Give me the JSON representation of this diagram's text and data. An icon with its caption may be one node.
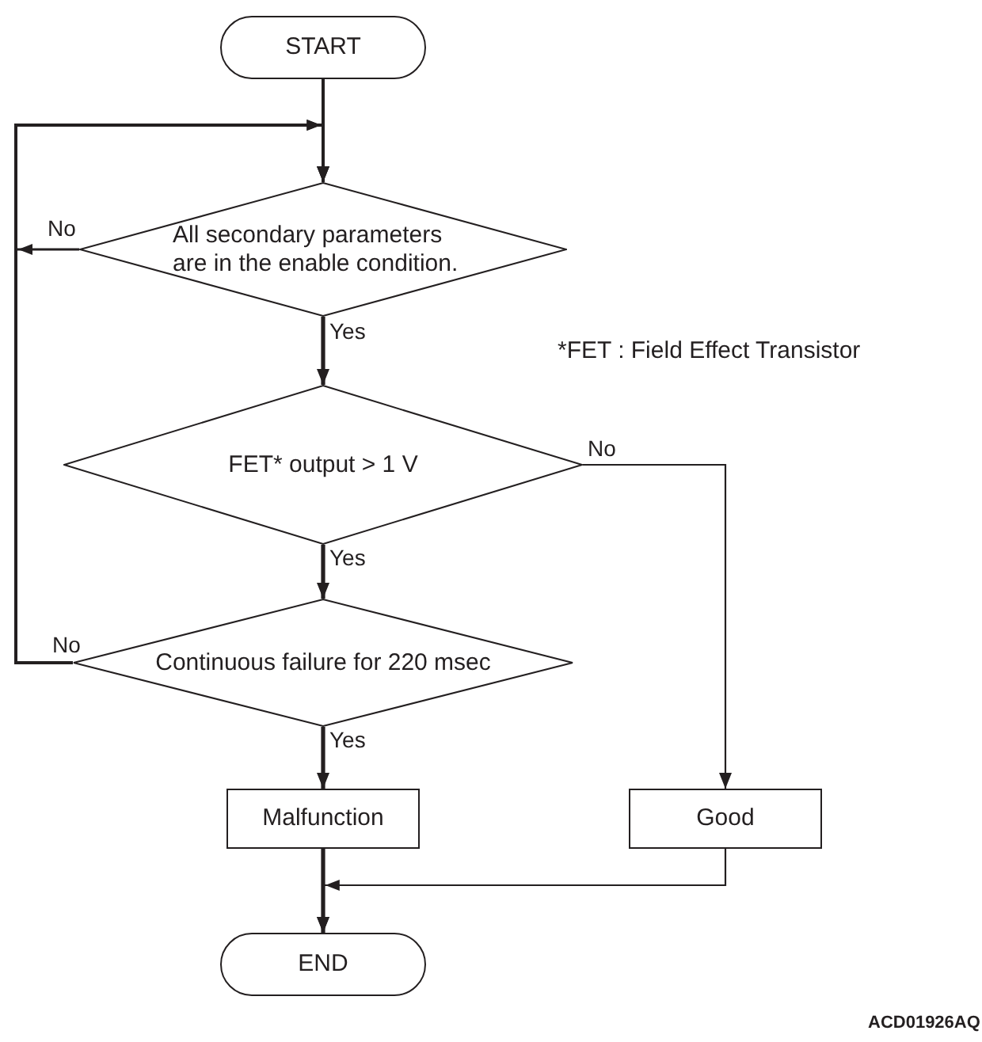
{
  "diagram": {
    "nodes": [
      {
        "text": [
          "START"
        ]
      },
      {
        "text": [
          "All secondary parameters are in the enable condition."
        ]
      },
      {
        "text": [
          "FET* output > 1 V"
        ]
      },
      {
        "text": [
          "Continuous failure for 220 msec"
        ]
      },
      {
        "text": [
          "Malfunction"
        ]
      },
      {
        "text": [
          "Good"
        ]
      },
      {
        "text": [
          "END"
        ]
      }
    ],
    "edges": [
      {
        "from": 0,
        "to": 1,
        "arrow": "to"
      },
      {
        "from": 1,
        "to": 2,
        "arrow": "to",
        "label": "Yes"
      },
      {
        "from": 1,
        "to": 1,
        "arrow": "to",
        "label": "No"
      },
      {
        "from": 2,
        "to": 3,
        "arrow": "to",
        "label": "Yes"
      },
      {
        "from": 2,
        "to": 5,
        "arrow": "to",
        "label": "No"
      },
      {
        "from": 3,
        "to": 4,
        "arrow": "to",
        "label": "Yes"
      },
      {
        "from": 3,
        "to": 1,
        "arrow": "to",
        "label": "No"
      },
      {
        "from": 4,
        "to": 6,
        "arrow": "to"
      },
      {
        "from": 5,
        "to": 6,
        "arrow": "to"
      }
    ],
    "labels": [
      "*FET : Field Effect Transistor",
      "ACD01926AQ"
    ]
  }
}
